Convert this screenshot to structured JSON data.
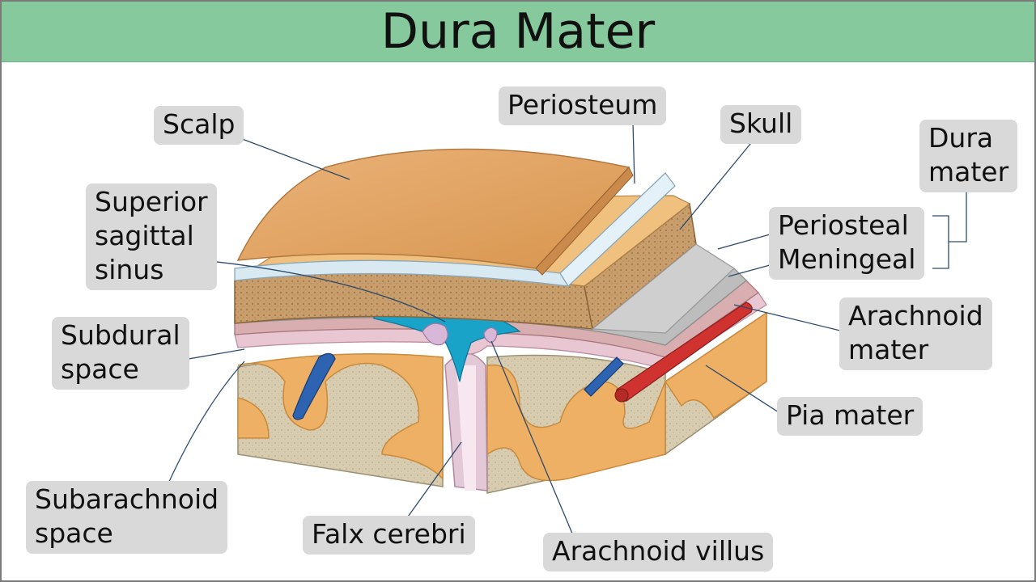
{
  "title": "Dura Mater",
  "labels": {
    "scalp": "Scalp",
    "periosteum": "Periosteum",
    "skull": "Skull",
    "dura_mater": "Dura\nmater",
    "superior_sagittal_sinus": "Superior\nsagittal\nsinus",
    "periosteal": "Periosteal",
    "meningeal": "Meningeal",
    "arachnoid_mater": "Arachnoid\nmater",
    "subdural_space": "Subdural\nspace",
    "pia_mater": "Pia mater",
    "subarachnoid_space": "Subarachnoid\nspace",
    "falx_cerebri": "Falx cerebri",
    "arachnoid_villus": "Arachnoid villus"
  },
  "colors": {
    "header": "#85c99c",
    "label_bg": "#d9d9d9",
    "scalp": "#e2a567",
    "periosteum": "#d8e9f2",
    "skull": "#c9a57a",
    "dura": "#bdbdbd",
    "meningeal": "#d8aeb0",
    "arachnoid": "#e8c7d2",
    "sinus": "#1aa3c9",
    "vein": "#2d63b0",
    "artery": "#d0322f",
    "gray_matter": "#eeb064",
    "white_matter": "#dcd0b4"
  }
}
